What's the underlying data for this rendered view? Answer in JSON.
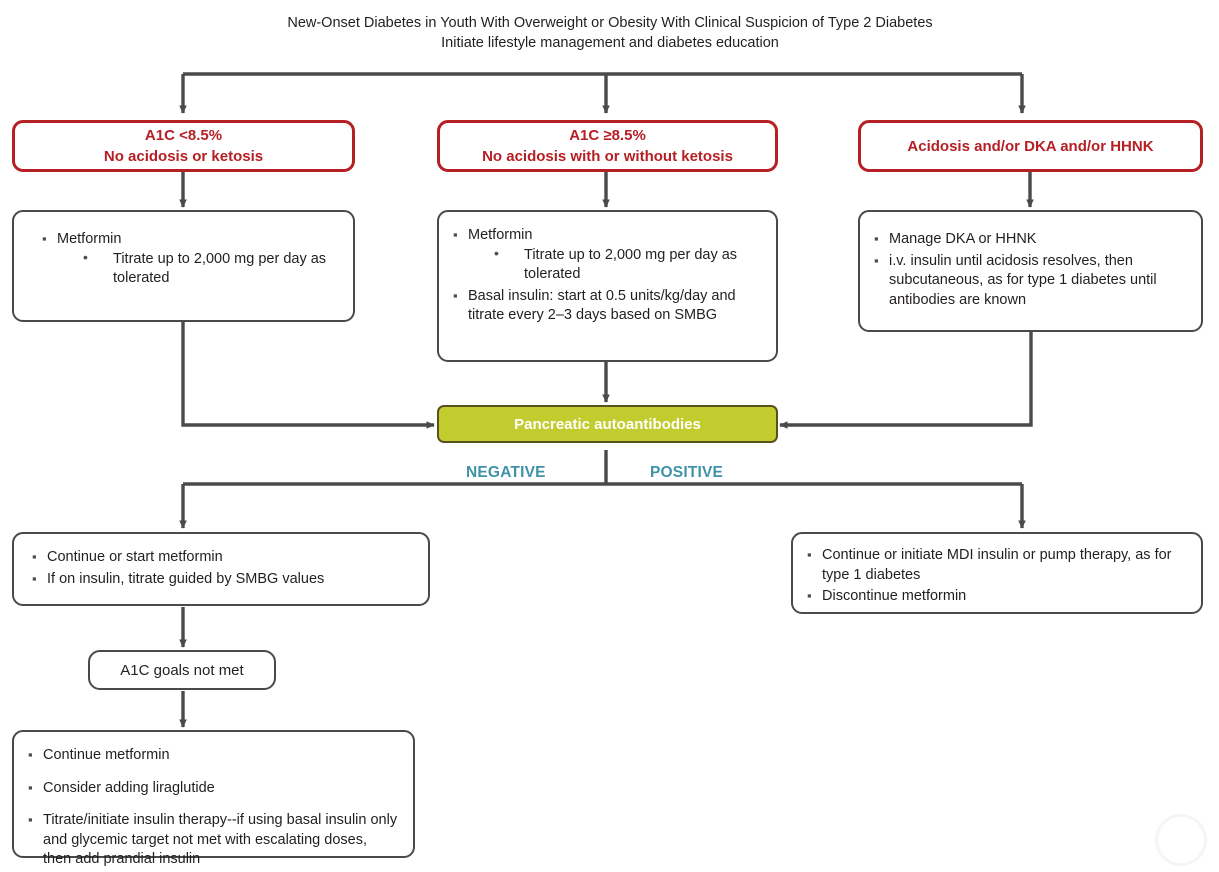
{
  "header": {
    "line1": "New-Onset Diabetes in Youth With Overweight or Obesity With Clinical Suspicion of Type 2 Diabetes",
    "line2": "Initiate lifestyle management and diabetes education"
  },
  "colors": {
    "red_border": "#b52025",
    "red_text": "#b52025",
    "gray_border": "#4a4a4a",
    "olive_fill": "#c2cc2e",
    "olive_border": "#55531f",
    "branch_label": "#3f93a8",
    "body_text": "#231f20",
    "background": "#ffffff"
  },
  "criteria": {
    "left": {
      "line1": "A1C <8.5%",
      "line2": "No acidosis or ketosis"
    },
    "middle": {
      "line1": "A1C ≥8.5%",
      "line2": "No acidosis with or without ketosis"
    },
    "right": {
      "line1": "Acidosis and/or DKA and/or HHNK"
    }
  },
  "treatment": {
    "left": {
      "b1": "Metformin",
      "b1_sub": "Titrate up to 2,000 mg per day as tolerated"
    },
    "middle": {
      "b1": "Metformin",
      "b1_sub": "Titrate up to 2,000 mg per day as tolerated",
      "b2": "Basal insulin: start at 0.5 units/kg/day and titrate every 2–3 days based on SMBG"
    },
    "right": {
      "b1": "Manage DKA or HHNK",
      "b2": "i.v. insulin until acidosis resolves, then subcutaneous, as for type 1 diabetes until antibodies are known"
    }
  },
  "decision": {
    "label": "Pancreatic autoantibodies",
    "branch_negative": "NEGATIVE",
    "branch_positive": "POSITIVE"
  },
  "outcome": {
    "negative": {
      "b1": "Continue or start metformin",
      "b2": "If on insulin, titrate guided by SMBG values"
    },
    "positive": {
      "b1": "Continue or initiate MDI insulin or pump therapy, as for type 1 diabetes",
      "b2": "Discontinue metformin"
    }
  },
  "escalation": {
    "gate": "A1C goals not met",
    "b1": "Continue metformin",
    "b2": "Consider adding liraglutide",
    "b3": "Titrate/initiate insulin therapy--if using basal insulin only and glycemic target not met with escalating doses, then add prandial insulin"
  }
}
